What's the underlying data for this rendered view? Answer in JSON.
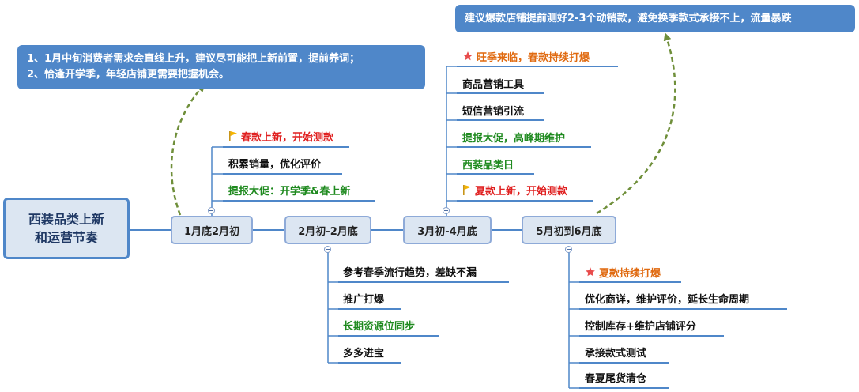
{
  "root": {
    "line1": "西装品类上新",
    "line2": "和运营节奏"
  },
  "stages": [
    {
      "label": "1月底2月初",
      "items": [
        {
          "text": "春款上新，开始测款",
          "color": "red",
          "icon": "flag-icon"
        },
        {
          "text": "积累销量，优化评价",
          "color": "black"
        },
        {
          "text": "提报大促：开学季&春上新",
          "color": "green"
        }
      ]
    },
    {
      "label": "2月初-2月底",
      "items": [
        {
          "text": "参考春季流行趋势，差缺不漏",
          "color": "black"
        },
        {
          "text": "推广打爆",
          "color": "black"
        },
        {
          "text": "长期资源位同步",
          "color": "green"
        },
        {
          "text": "多多进宝",
          "color": "black"
        }
      ]
    },
    {
      "label": "3月初-4月底",
      "items": [
        {
          "text": "旺季来临，春款持续打爆",
          "color": "orange",
          "icon": "star-icon"
        },
        {
          "text": "商品营销工具",
          "color": "black"
        },
        {
          "text": "短信营销引流",
          "color": "black"
        },
        {
          "text": "提报大促，高峰期维护",
          "color": "green"
        },
        {
          "text": "西装品类日",
          "color": "green"
        },
        {
          "text": "夏款上新，开始测款",
          "color": "red",
          "icon": "flag-icon"
        }
      ]
    },
    {
      "label": "5月初到6月底",
      "items": [
        {
          "text": "夏款持续打爆",
          "color": "orange",
          "icon": "star-icon"
        },
        {
          "text": "优化商详，维护评价，延长生命周期",
          "color": "black"
        },
        {
          "text": "控制库存+维护店铺评分",
          "color": "black"
        },
        {
          "text": "承接款式测试",
          "color": "black"
        },
        {
          "text": "春夏尾货清仓",
          "color": "black"
        }
      ]
    }
  ],
  "notes": {
    "left": {
      "line1": "1、1月中旬消费者需求会直线上升，建议尽可能把上新前置，提前养词；",
      "line2": "2、恰逢开学季，年轻店铺更需要把握机会。"
    },
    "right": {
      "line1": "建议爆款店铺提前测好2-3个动销款，避免换季款式承接不上，流量暴跌"
    }
  },
  "colors": {
    "accent": "#4f87c9",
    "node_fill": "#dce6f2",
    "line": "#4f87c9",
    "arrow": "#6f8f3a",
    "red": "#e02020",
    "green": "#1f8a1f",
    "orange": "#e06a10"
  }
}
